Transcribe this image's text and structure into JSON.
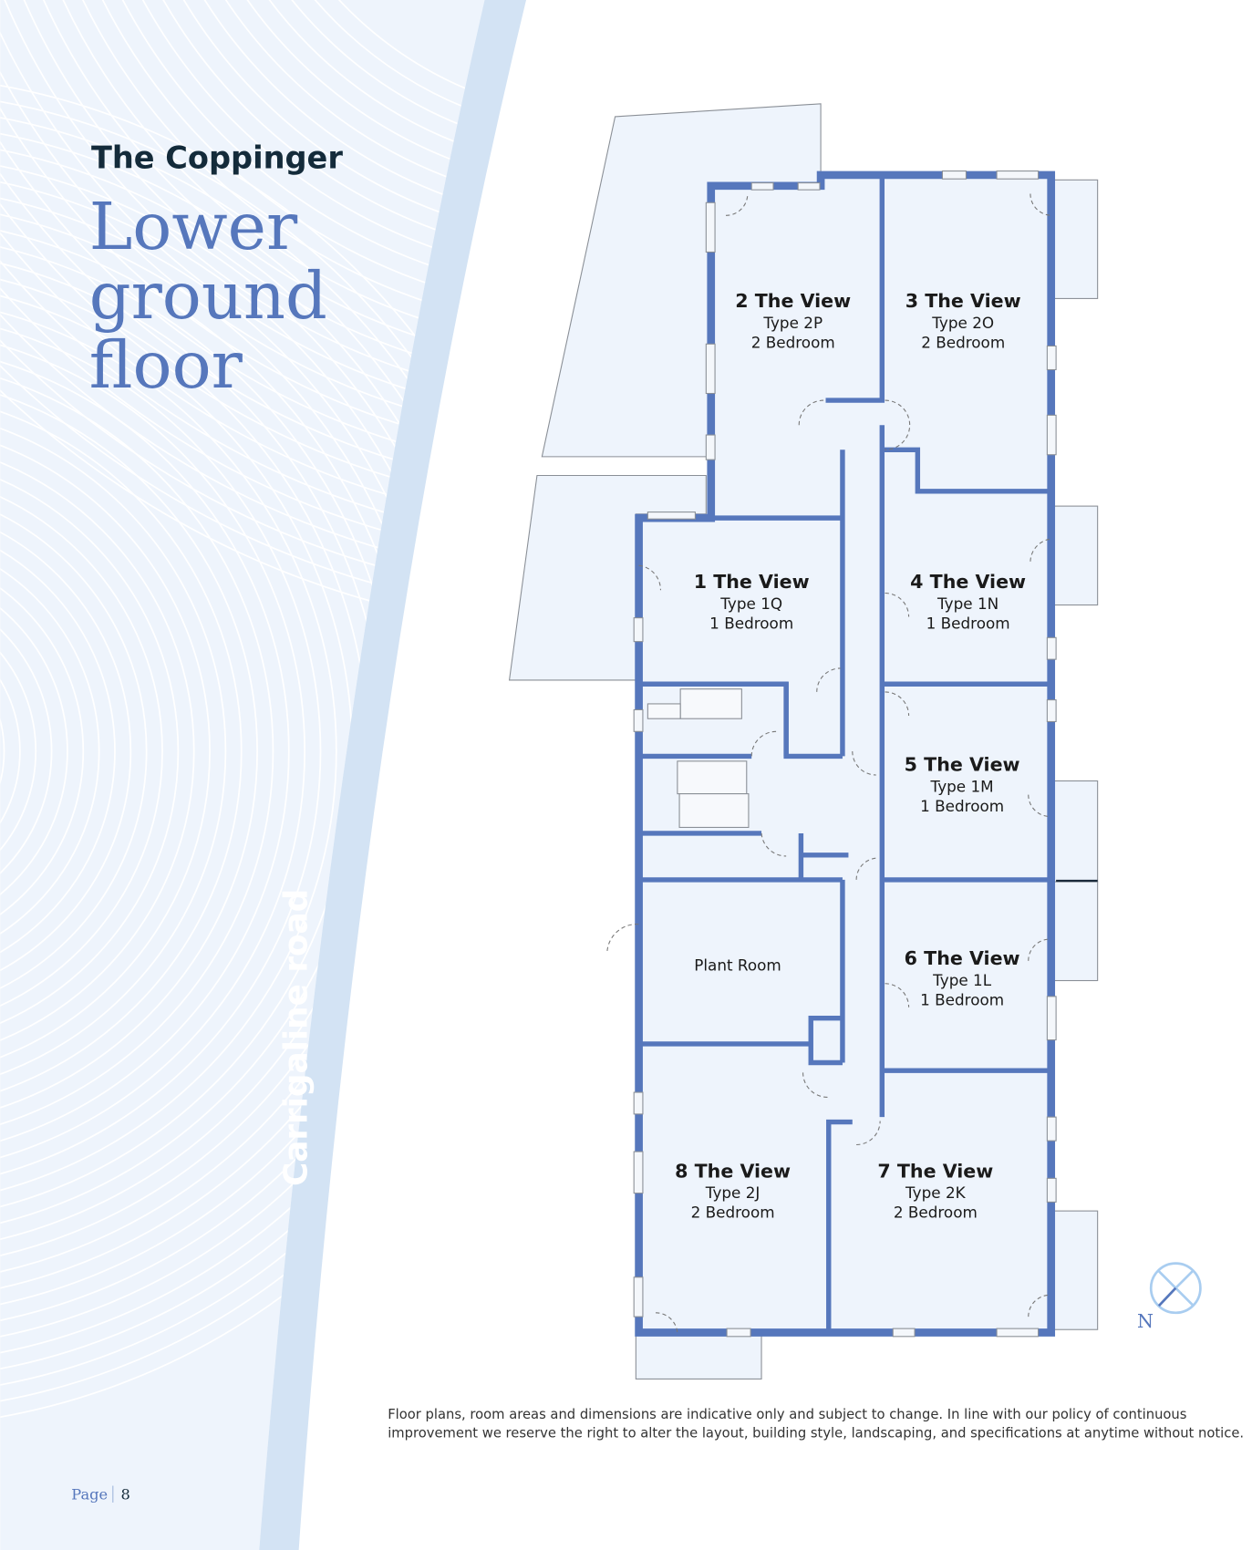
{
  "header": {
    "development": "The Coppinger",
    "floor_title_lines": [
      "Lower",
      "ground",
      "floor"
    ]
  },
  "road_label": "Carrigaline road",
  "units": [
    {
      "name": "2 The View",
      "type": "Type 2P",
      "bedrooms": "2 Bedroom"
    },
    {
      "name": "3 The View",
      "type": "Type 2O",
      "bedrooms": "2 Bedroom"
    },
    {
      "name": "1 The View",
      "type": "Type 1Q",
      "bedrooms": "1 Bedroom"
    },
    {
      "name": "4 The View",
      "type": "Type 1N",
      "bedrooms": "1 Bedroom"
    },
    {
      "name": "5 The View",
      "type": "Type 1M",
      "bedrooms": "1 Bedroom"
    },
    {
      "name": "6 The View",
      "type": "Type 1L",
      "bedrooms": "1 Bedroom"
    },
    {
      "name": "8 The View",
      "type": "Type 2J",
      "bedrooms": "2 Bedroom"
    },
    {
      "name": "7 The View",
      "type": "Type 2K",
      "bedrooms": "2 Bedroom"
    }
  ],
  "plant_room": "Plant Room",
  "compass": {
    "label": "N",
    "icon": "north-compass-icon"
  },
  "disclaimer": [
    "Floor plans, room areas and dimensions are indicative only and subject to change. In line with our policy of continuous",
    "improvement we reserve the right to alter the layout, building style, landscaping, and specifications at anytime without notice."
  ],
  "footer": {
    "page_label": "Page",
    "page_number": "8"
  },
  "colors": {
    "accent": "#5677bc",
    "background_pattern": "#eef4fc",
    "road_band": "#d3e3f4",
    "title_dark": "#142b3a"
  }
}
